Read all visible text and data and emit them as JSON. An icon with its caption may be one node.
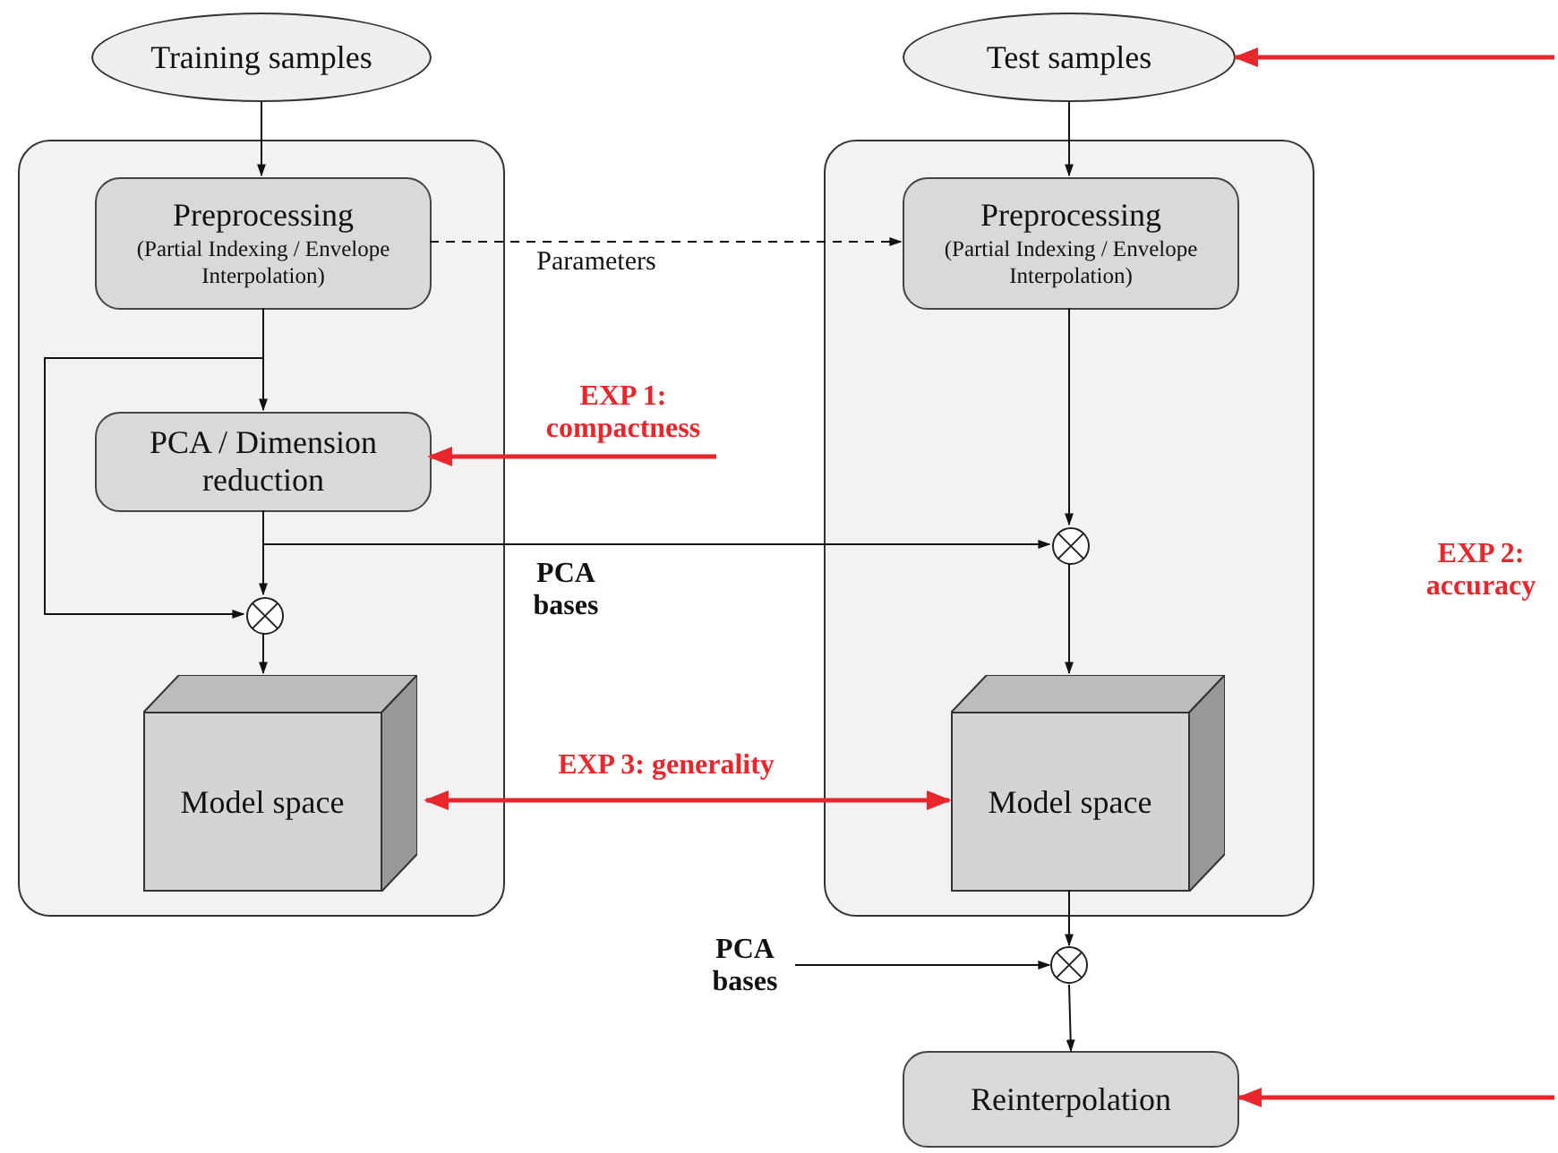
{
  "diagram": {
    "nodes": [
      {
        "text": [
          "Training samples"
        ]
      },
      {
        "text": [],
        "shape": "box"
      },
      {
        "text": [
          "Preprocessing",
          "(Partial Indexing / Envelope Interpolation)"
        ],
        "in": 1
      },
      {
        "text": [
          "PCA / Dimension reduction"
        ],
        "in": 1
      },
      {
        "text": [],
        "shape": "circle",
        "in": 1
      },
      {
        "text": [
          "Model space"
        ],
        "in": 1
      },
      {
        "text": [
          "Test samples"
        ]
      },
      {
        "text": [],
        "shape": "box"
      },
      {
        "text": [
          "Preprocessing",
          "(Partial Indexing / Envelope Interpolation)"
        ],
        "in": 7
      },
      {
        "text": [],
        "shape": "circle",
        "in": 7
      },
      {
        "text": [
          "Model space"
        ],
        "in": 7
      },
      {
        "text": [],
        "shape": "circle"
      },
      {
        "text": [
          "Reinterpolation"
        ]
      },
      {
        "text": [
          "PCA bases"
        ]
      },
      {
        "text": [
          "EXP 1: compactness"
        ]
      }
    ],
    "edges": [
      {
        "from": 0,
        "to": 2,
        "arrow": "to"
      },
      {
        "from": 6,
        "to": 8,
        "arrow": "to"
      },
      {
        "from": 2,
        "to": 8,
        "arrow": "to",
        "style": "dashed",
        "label": "Parameters"
      },
      {
        "from": 2,
        "to": 3,
        "arrow": "to"
      },
      {
        "from": 2,
        "to": 4,
        "arrow": "to"
      },
      {
        "from": 3,
        "to": 4,
        "arrow": "to"
      },
      {
        "from": 3,
        "to": 9,
        "arrow": "to",
        "label": "PCA bases"
      },
      {
        "from": 4,
        "to": 5,
        "arrow": "to"
      },
      {
        "from": 8,
        "to": 9,
        "arrow": "to"
      },
      {
        "from": 9,
        "to": 10,
        "arrow": "to"
      },
      {
        "from": 10,
        "to": 11,
        "arrow": "to"
      },
      {
        "from": 13,
        "to": 11,
        "arrow": "to"
      },
      {
        "from": 11,
        "to": 12,
        "arrow": "to"
      },
      {
        "from": 5,
        "to": 10,
        "arrow": "both",
        "style": "thick",
        "color": "#e8262b",
        "label": "EXP 3: generality"
      },
      {
        "from": 14,
        "to": 3,
        "arrow": "to",
        "style": "thick",
        "color": "#e8262b"
      },
      {
        "from": null,
        "to": 6,
        "arrow": "to",
        "style": "thick",
        "color": "#e8262b"
      },
      {
        "from": null,
        "to": 12,
        "arrow": "to",
        "style": "thick",
        "color": "#e8262b"
      }
    ],
    "labels": [
      "EXP 2: accuracy"
    ]
  }
}
